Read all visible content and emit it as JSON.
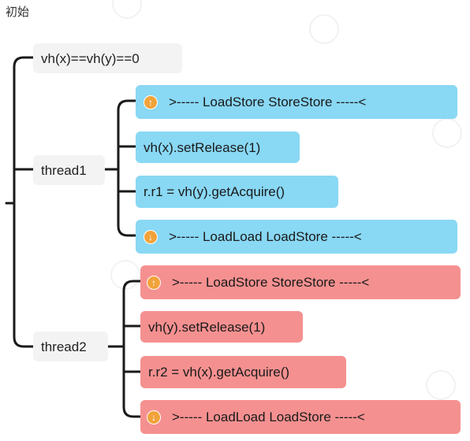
{
  "title": "初始",
  "root": {
    "label": "vh(x)==vh(y)==0"
  },
  "thread1": {
    "label": "thread1",
    "items": [
      {
        "icon": "up-arrow-icon",
        "label": ">----- LoadStore StoreStore -----<"
      },
      {
        "label": "vh(x).setRelease(1)"
      },
      {
        "label": "r.r1 = vh(y).getAcquire()"
      },
      {
        "icon": "down-arrow-icon",
        "label": ">----- LoadLoad  LoadStore -----<"
      }
    ]
  },
  "thread2": {
    "label": "thread2",
    "items": [
      {
        "icon": "up-arrow-icon",
        "label": ">----- LoadStore StoreStore -----<"
      },
      {
        "label": "vh(y).setRelease(1)"
      },
      {
        "label": "r.r2 = vh(x).getAcquire()"
      },
      {
        "icon": "down-arrow-icon",
        "label": ">----- LoadLoad  LoadStore -----<"
      }
    ]
  },
  "colors": {
    "thread1_fill": "#89d8f4",
    "thread2_fill": "#f59090",
    "neutral_fill": "#f3f3f3",
    "icon_orange": "#f2a23a",
    "connector": "#1a1a1a"
  }
}
